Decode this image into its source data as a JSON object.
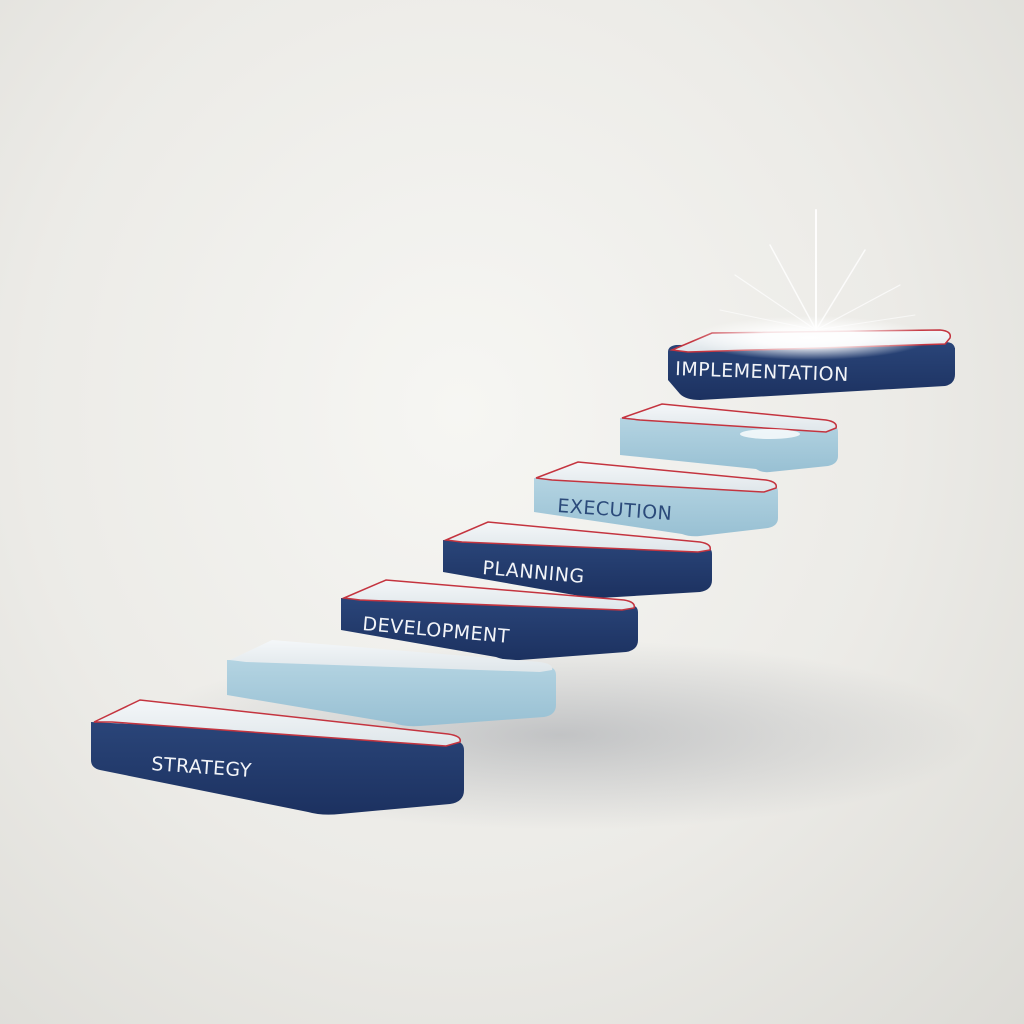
{
  "diagram": {
    "steps": [
      {
        "label": "STRATEGY",
        "style": "navy"
      },
      {
        "label": "",
        "style": "light"
      },
      {
        "label": "DEVELOPMENT",
        "style": "navy"
      },
      {
        "label": "PLANNING",
        "style": "navy"
      },
      {
        "label": "EXECUTION",
        "style": "light"
      },
      {
        "label": "",
        "style": "light"
      },
      {
        "label": "IMPLEMENTATION",
        "style": "navy"
      }
    ],
    "colors": {
      "navy_front": "#223a6b",
      "navy_side": "#18294d",
      "light_front": "#a4cadb",
      "light_side": "#8ab5c9",
      "top_face": "#e9eef1",
      "accent_red": "#c4343f",
      "label_light_on_navy": "#f2f4f8",
      "label_on_light": "#2b4a7a"
    },
    "effects": {
      "glow_on_top_step": true
    }
  }
}
